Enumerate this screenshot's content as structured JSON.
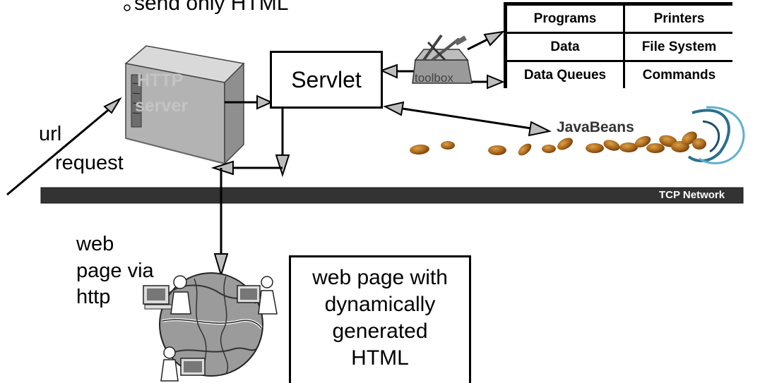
{
  "header": {
    "bullet_text": "send only HTML"
  },
  "servlet": {
    "label": "Servlet"
  },
  "server": {
    "label_line1": "HTTP",
    "label_line2": "server"
  },
  "toolbox": {
    "label": "toolbox"
  },
  "resources": {
    "cells": [
      "Programs",
      "Printers",
      "Data",
      "File System",
      "Data Queues",
      "Commands"
    ]
  },
  "javabeans": {
    "label": "JavaBeans"
  },
  "request": {
    "label_line1": "url",
    "label_line2": "request"
  },
  "network": {
    "label": "TCP Network"
  },
  "client": {
    "label_line1": "web",
    "label_line2": "page via",
    "label_line3": "http"
  },
  "result_box": {
    "line1": "web page with",
    "line2": "dynamically",
    "line3": "generated",
    "line4": "HTML"
  }
}
